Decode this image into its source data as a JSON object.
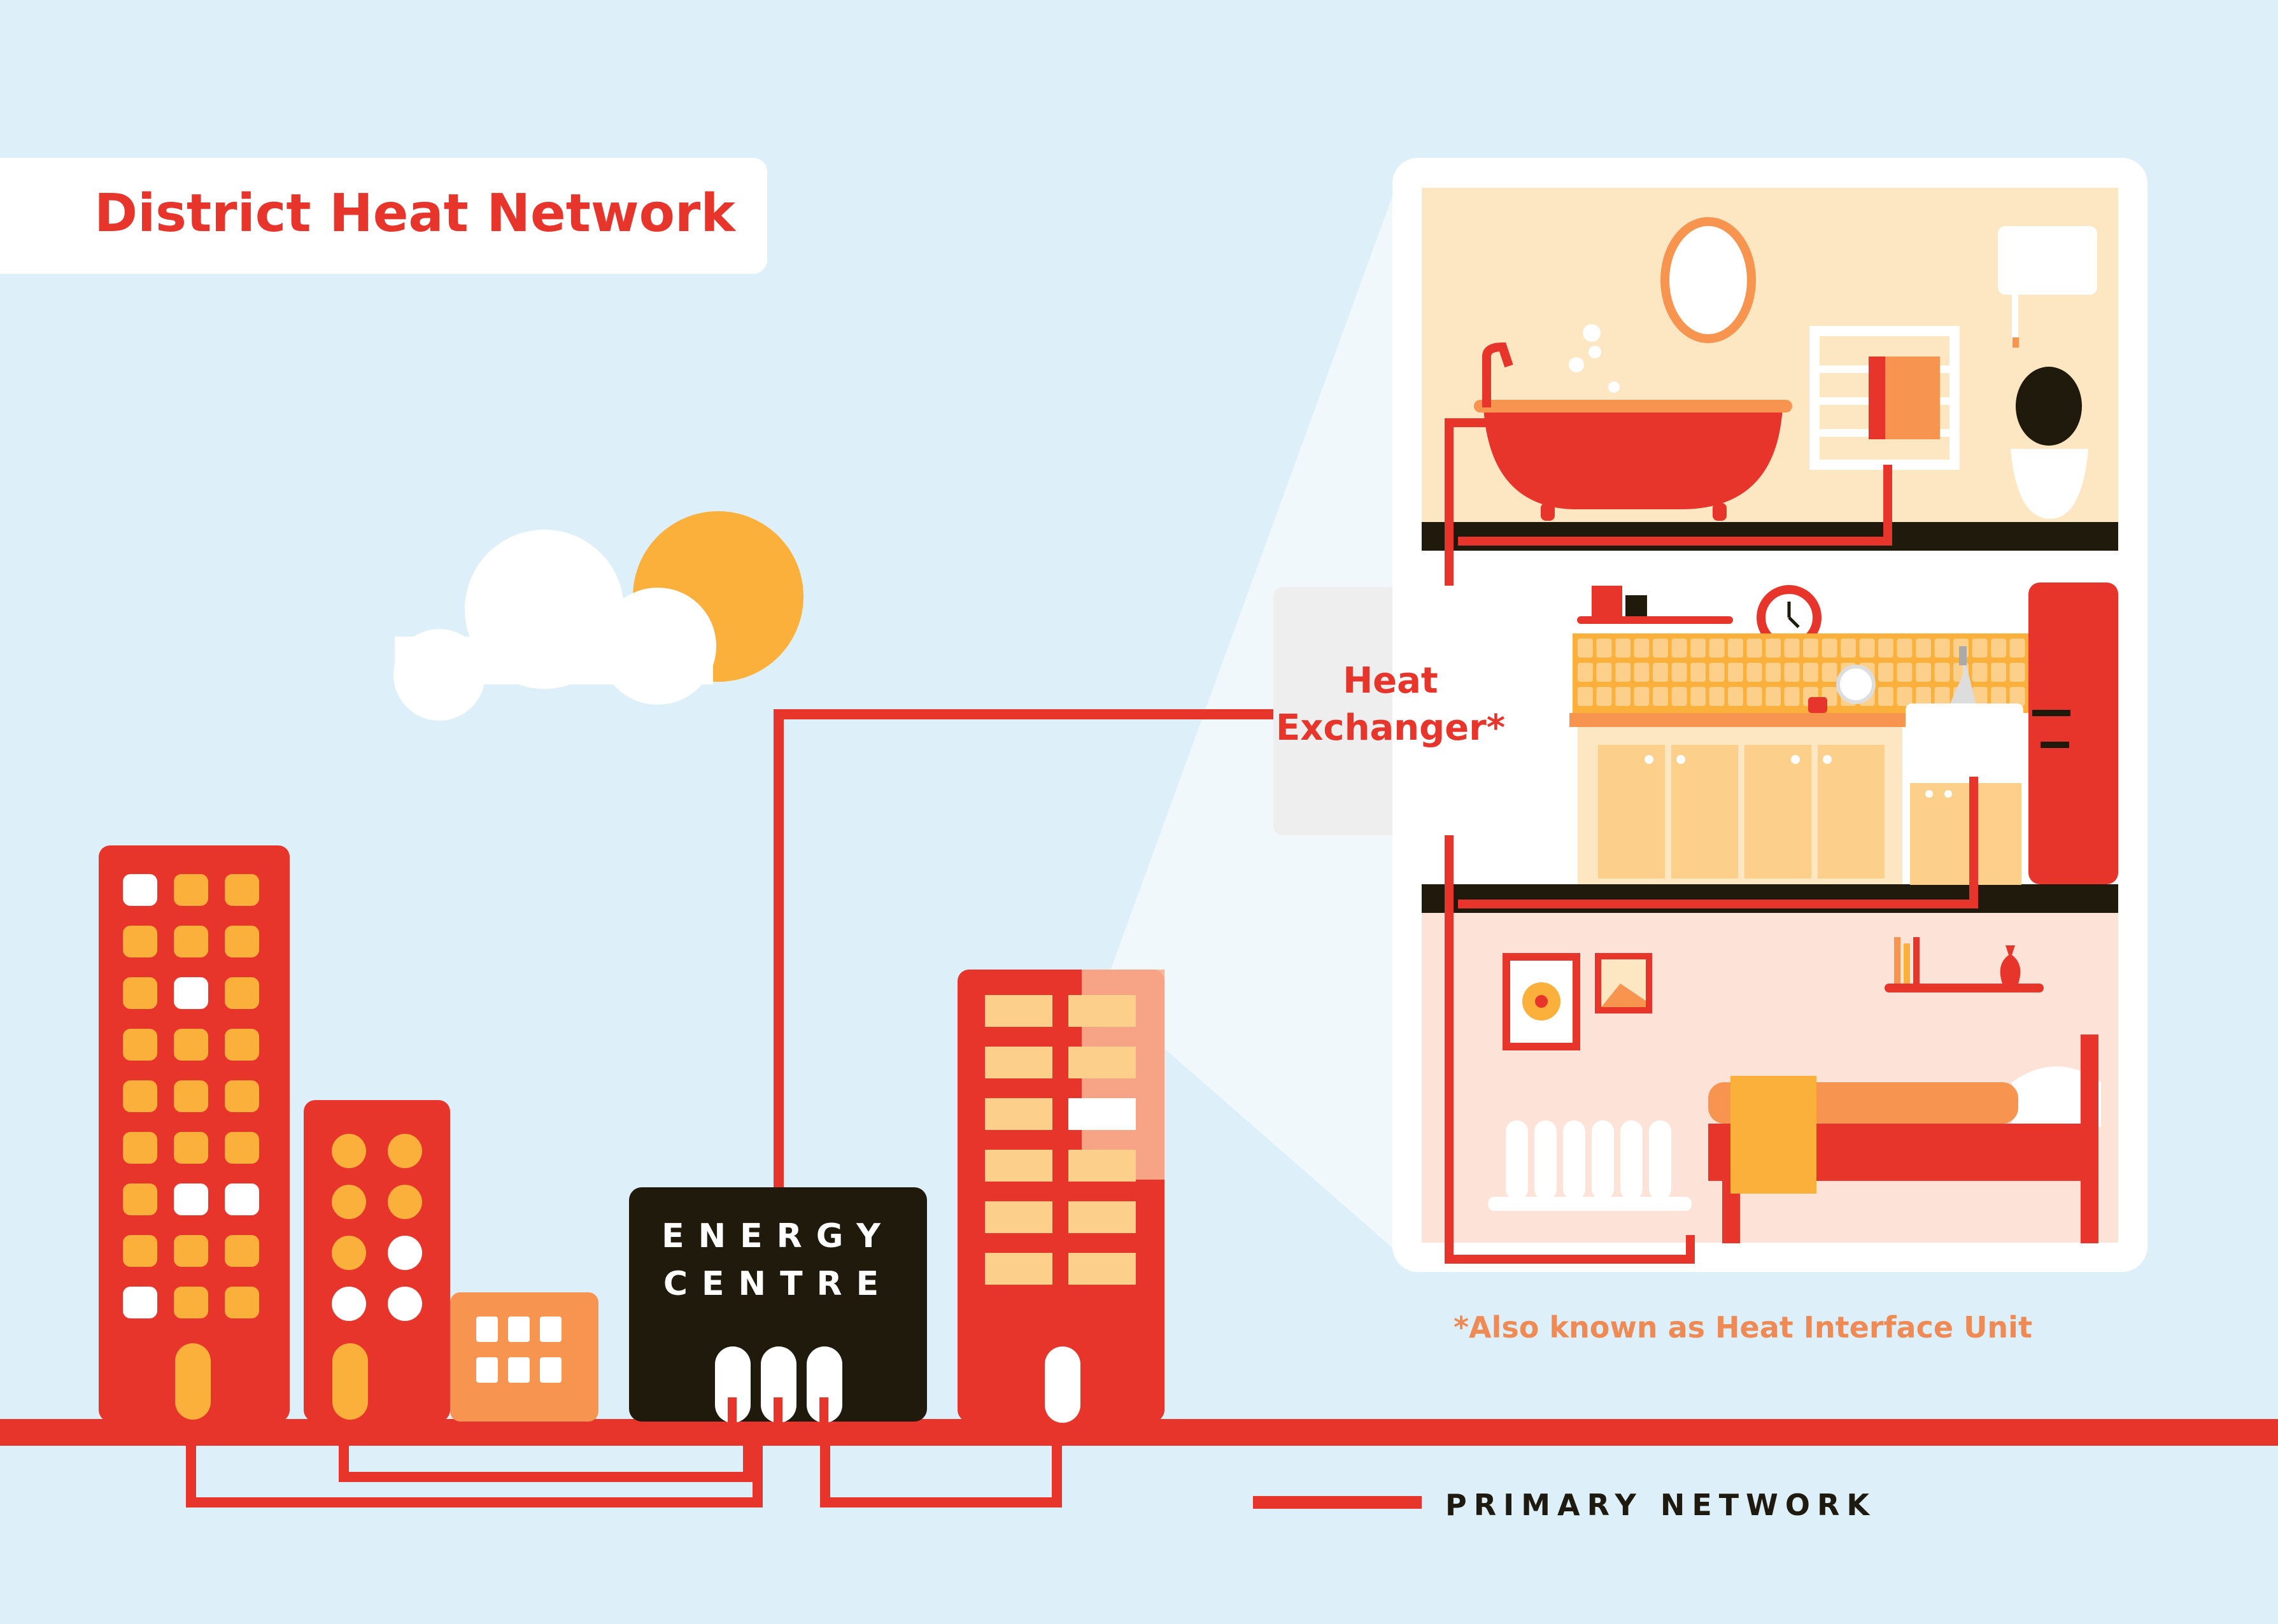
{
  "title": "District Heat Network",
  "heat_exchanger": {
    "line1": "Heat",
    "line2": "Exchanger*"
  },
  "energy_centre": {
    "line1": "ENERGY",
    "line2": "CENTRE"
  },
  "footnote": "*Also known as Heat Interface Unit",
  "legend": {
    "label": "PRIMARY NETWORK"
  },
  "colors": {
    "sky": "#ddeff9",
    "pipe": "#e8352b",
    "building_red": "#e8352b",
    "window_yellow": "#fbb03b",
    "building_orange": "#f7944f",
    "energy_centre": "#201a0d",
    "sun": "#fbb03b"
  },
  "rooms": [
    "bathroom",
    "kitchen",
    "bedroom"
  ]
}
